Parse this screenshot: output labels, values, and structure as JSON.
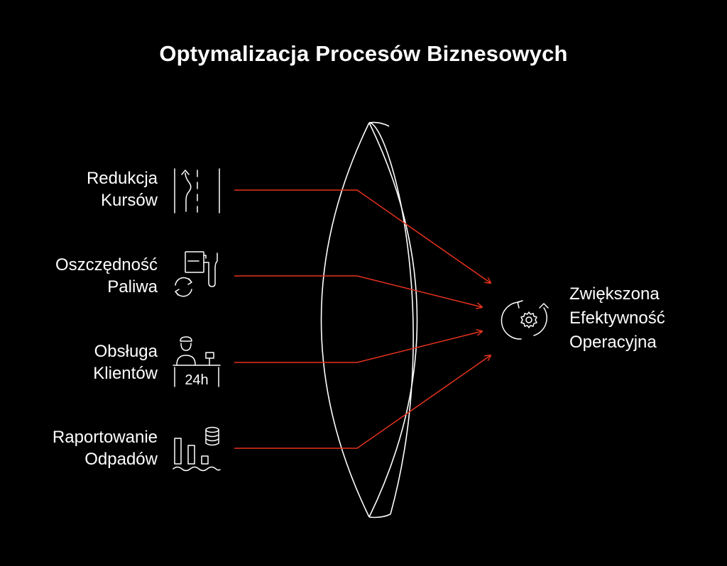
{
  "title": "Optymalizacja Procesów Biznesowych",
  "inputs": [
    {
      "line1": "Redukcja",
      "line2": "Kursów",
      "icon": "route-road-icon"
    },
    {
      "line1": "Oszczędność",
      "line2": "Paliwa",
      "icon": "fuel-pump-icon"
    },
    {
      "line1": "Obsługa",
      "line2": "Klientów",
      "icon": "customer-service-24h-icon"
    },
    {
      "line1": "Raportowanie",
      "line2": "Odpadów",
      "icon": "waste-report-icon"
    }
  ],
  "output": {
    "line1": "Zwiększona",
    "line2": "Efektywność",
    "line3": "Operacyjna",
    "icon": "gear-cycle-icon"
  },
  "icon_text": {
    "hours": "24h"
  },
  "colors": {
    "background": "#000000",
    "stroke": "#ffffff",
    "arrow": "#e8331e"
  }
}
